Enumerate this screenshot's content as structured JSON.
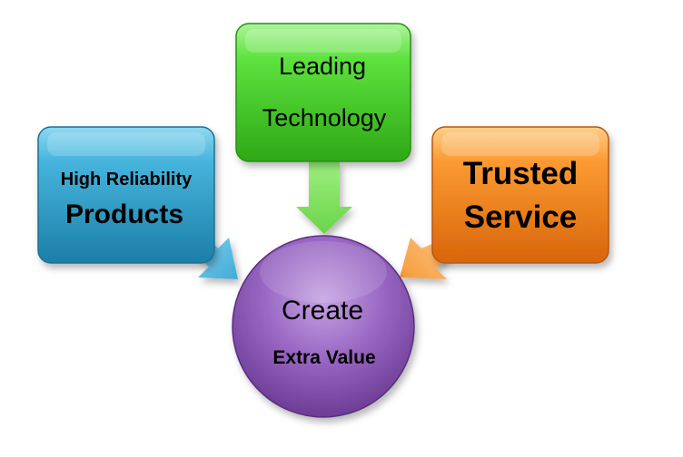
{
  "nodes": {
    "reliability": {
      "line1": "High Reliability",
      "line2": "Products",
      "color": "#2f9fc9"
    },
    "technology": {
      "line1": "Leading",
      "line2": "Technology",
      "color": "#44d12a"
    },
    "service": {
      "line1": "Trusted",
      "line2": "Service",
      "color": "#f07f17"
    },
    "value": {
      "line1": "Create",
      "line2": "Extra Value",
      "color": "#8e5bb5"
    }
  }
}
